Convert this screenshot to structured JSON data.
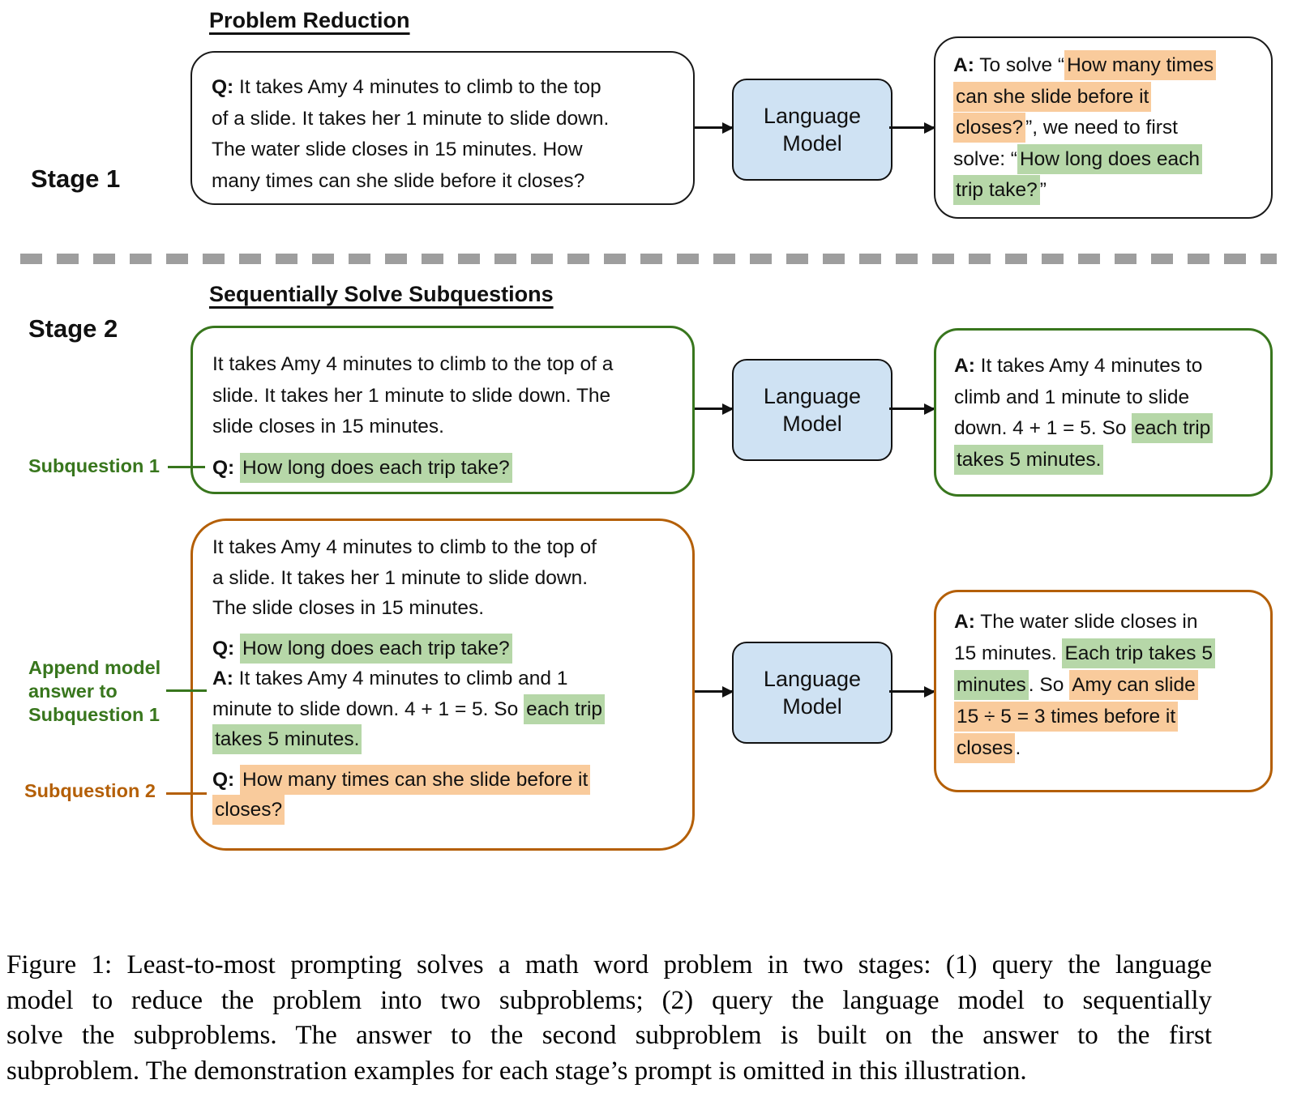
{
  "colors": {
    "highlight_green": "#b6d7a8",
    "highlight_orange": "#f9cb9c",
    "border_green": "#38761d",
    "border_orange": "#b45f06",
    "language_model_fill": "#cfe2f3",
    "divider_gray": "#9e9e9e"
  },
  "lm": {
    "line1": "Language",
    "line2": "Model"
  },
  "stage1": {
    "label": "Stage 1",
    "heading": "Problem Reduction",
    "prompt_lines": [
      [
        {
          "t": "Q:",
          "b": true
        },
        {
          "t": " It takes Amy 4 minutes to climb to the top"
        }
      ],
      [
        {
          "t": "of a slide. It takes her 1 minute to slide down."
        }
      ],
      [
        {
          "t": "The water slide closes in 15 minutes. How"
        }
      ],
      [
        {
          "t": "many times can she slide before it closes?"
        }
      ]
    ],
    "answer_lines": [
      [
        {
          "t": "A:",
          "b": true
        },
        {
          "t": " To solve “"
        },
        {
          "t": "How many times",
          "h": "o"
        }
      ],
      [
        {
          "t": "can she slide before it",
          "h": "o"
        }
      ],
      [
        {
          "t": "closes?",
          "h": "o"
        },
        {
          "t": "”, we need to first"
        }
      ],
      [
        {
          "t": "solve: “"
        },
        {
          "t": "How long does each",
          "h": "g"
        }
      ],
      [
        {
          "t": "trip take?",
          "h": "g"
        },
        {
          "t": "”"
        }
      ]
    ]
  },
  "stage2": {
    "label": "Stage 2",
    "heading": "Sequentially Solve Subquestions",
    "row1": {
      "subquestion_label": "Subquestion 1",
      "prompt_lines": [
        [
          {
            "t": "It takes Amy 4 minutes to climb to the top of a"
          }
        ],
        [
          {
            "t": "slide. It takes her 1 minute to slide down. The"
          }
        ],
        [
          {
            "t": "slide closes in 15 minutes."
          }
        ],
        {
          "gap": true
        },
        [
          {
            "t": "Q:",
            "b": true
          },
          {
            "t": " "
          },
          {
            "t": "How long does each trip take?",
            "h": "g"
          }
        ]
      ],
      "answer_lines": [
        [
          {
            "t": "A:",
            "b": true
          },
          {
            "t": " It takes Amy 4 minutes to"
          }
        ],
        [
          {
            "t": "climb and 1 minute to slide"
          }
        ],
        [
          {
            "t": "down. 4 + 1 = 5. So "
          },
          {
            "t": "each trip",
            "h": "g"
          }
        ],
        [
          {
            "t": "takes 5 minutes.",
            "h": "g"
          }
        ]
      ]
    },
    "row2": {
      "append_label_lines": [
        "Append model",
        "answer to",
        "Subquestion 1"
      ],
      "subquestion_label": "Subquestion 2",
      "prompt_lines": [
        [
          {
            "t": "It takes Amy 4 minutes to climb to the top of"
          }
        ],
        [
          {
            "t": "a slide. It takes her 1 minute to slide down."
          }
        ],
        [
          {
            "t": "The slide closes in 15 minutes."
          }
        ],
        {
          "gap": true
        },
        [
          {
            "t": "Q:",
            "b": true
          },
          {
            "t": " "
          },
          {
            "t": "How long does each trip take?",
            "h": "g"
          }
        ],
        [
          {
            "t": "A:",
            "b": true
          },
          {
            "t": " It takes Amy 4 minutes to climb and 1"
          }
        ],
        [
          {
            "t": "minute to slide down. 4 + 1 = 5. So "
          },
          {
            "t": "each trip",
            "h": "g"
          }
        ],
        [
          {
            "t": "takes 5 minutes.",
            "h": "g"
          }
        ],
        {
          "gap": true
        },
        [
          {
            "t": "Q:",
            "b": true
          },
          {
            "t": " "
          },
          {
            "t": "How many times can she slide before it",
            "h": "o"
          }
        ],
        [
          {
            "t": "closes?",
            "h": "o"
          }
        ]
      ],
      "answer_lines": [
        [
          {
            "t": "A:",
            "b": true
          },
          {
            "t": " The water slide closes in"
          }
        ],
        [
          {
            "t": "15 minutes. "
          },
          {
            "t": "Each trip takes 5",
            "h": "g"
          }
        ],
        [
          {
            "t": "minutes",
            "h": "g"
          },
          {
            "t": ". So "
          },
          {
            "t": "Amy can slide",
            "h": "o"
          }
        ],
        [
          {
            "t": "15 ÷ 5 = 3 times before it",
            "h": "o"
          }
        ],
        [
          {
            "t": "closes",
            "h": "o"
          },
          {
            "t": "."
          }
        ]
      ]
    }
  },
  "caption_lines": [
    "Figure 1: Least-to-most prompting solves a math word problem in two stages: (1) query the language",
    "model to reduce the problem into two subproblems; (2) query the language model to sequentially",
    "solve the subproblems.  The answer to the second subproblem is built on the answer to the first",
    "subproblem. The demonstration examples for each stage’s prompt is omitted in this illustration."
  ]
}
